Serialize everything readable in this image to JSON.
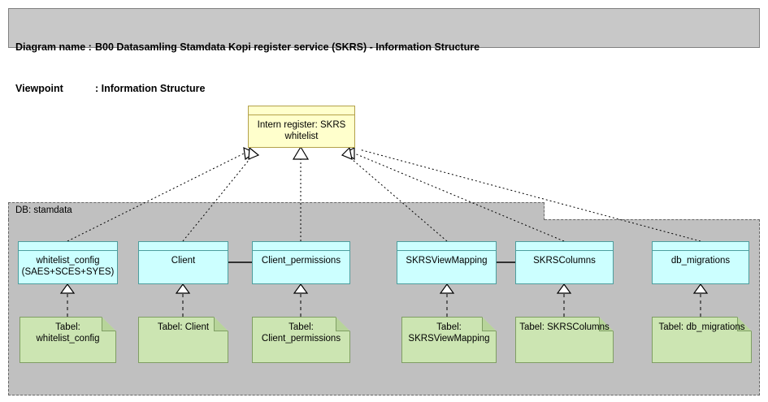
{
  "header": {
    "diagram_name_label": "Diagram name :",
    "diagram_name_value": "B00 Datasamling Stamdata Kopi register service (SKRS) - Information Structure",
    "viewpoint_label": "Viewpoint",
    "viewpoint_value": ": Information Structure"
  },
  "colors": {
    "banner_bg": "#c8c8c8",
    "group_bg": "#c0c0c0",
    "register_fill": "#ffffcc",
    "register_stroke": "#b3a14a",
    "entity_fill": "#ccffff",
    "entity_stroke": "#4d9e9e",
    "table_fill": "#cce5b2",
    "table_stroke": "#7f9e63",
    "line": "#000000"
  },
  "register": {
    "label": "Intern register: SKRS\nwhitelist"
  },
  "group": {
    "label": "DB: stamdata"
  },
  "entities": [
    {
      "id": "whitelist_config",
      "label": "whitelist_config\n(SAES+SCES+SYES)"
    },
    {
      "id": "client",
      "label": "Client"
    },
    {
      "id": "client_perm",
      "label": "Client_permissions"
    },
    {
      "id": "skrsviewmapping",
      "label": "SKRSViewMapping"
    },
    {
      "id": "skrscolumns",
      "label": "SKRSColumns"
    },
    {
      "id": "db_migrations",
      "label": "db_migrations"
    }
  ],
  "tables": [
    {
      "id": "tabel_whitelist_config",
      "label": "Tabel:\nwhitelist_config"
    },
    {
      "id": "tabel_client",
      "label": "Tabel: Client"
    },
    {
      "id": "tabel_client_perm",
      "label": "Tabel:\nClient_permissions"
    },
    {
      "id": "tabel_skrsviewmapping",
      "label": "Tabel:\nSKRSViewMapping"
    },
    {
      "id": "tabel_skrscolumns",
      "label": "Tabel: SKRSColumns"
    },
    {
      "id": "tabel_db_migrations",
      "label": "Tabel: db_migrations"
    }
  ],
  "relations": {
    "realization_to_register": [
      "whitelist_config",
      "client",
      "client_perm",
      "skrsviewmapping",
      "skrscolumns",
      "db_migrations"
    ],
    "realization_table_to_entity": [
      [
        "tabel_whitelist_config",
        "whitelist_config"
      ],
      [
        "tabel_client",
        "client"
      ],
      [
        "tabel_client_perm",
        "client_perm"
      ],
      [
        "tabel_skrsviewmapping",
        "skrsviewmapping"
      ],
      [
        "tabel_skrscolumns",
        "skrscolumns"
      ],
      [
        "tabel_db_migrations",
        "db_migrations"
      ]
    ],
    "associations": [
      [
        "client",
        "client_perm"
      ],
      [
        "skrsviewmapping",
        "skrscolumns"
      ]
    ]
  }
}
